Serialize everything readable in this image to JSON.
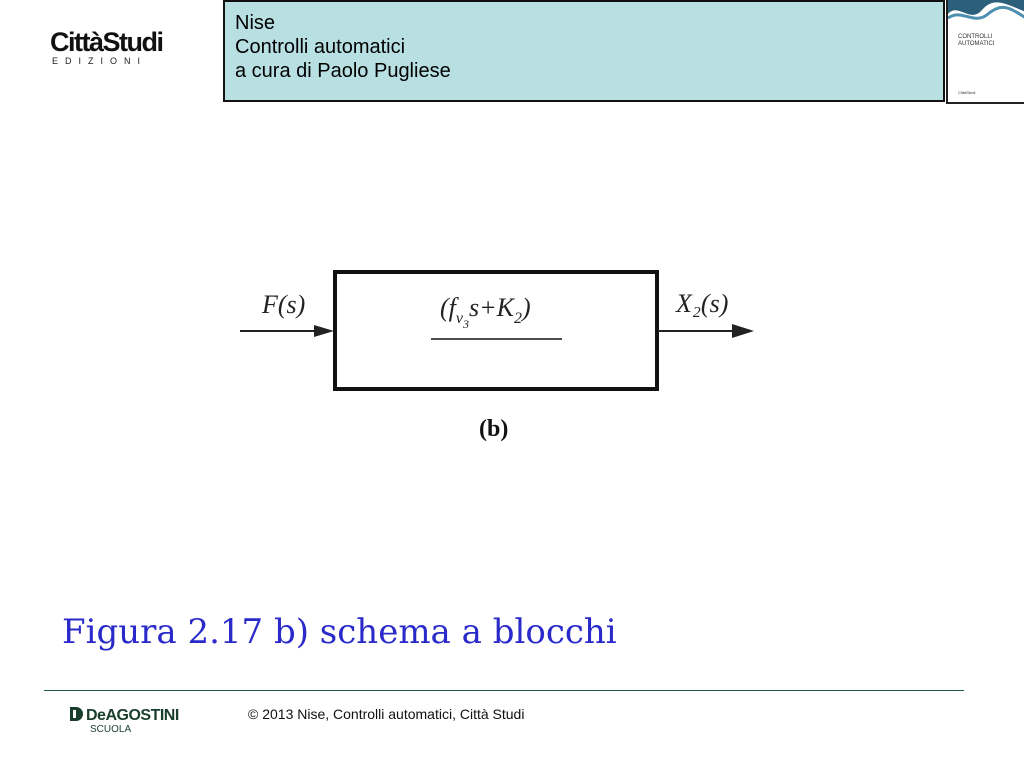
{
  "logo_top": {
    "brand": "CittàStudi",
    "sub": "EDIZIONI"
  },
  "header": {
    "line1": "Nise",
    "line2": "Controlli automatici",
    "line3": "a cura di Paolo Pugliese"
  },
  "book_cover": {
    "title1": "CONTROLLI",
    "title2": "AUTOMATICI",
    "publisher": "CittàStudi"
  },
  "diagram": {
    "input_label": "F(s)",
    "output_label": "X₂(s)",
    "block_numerator": "(f",
    "block_sub1": "v",
    "block_sub2": "3",
    "block_numerator_rest": "s+K",
    "block_sub_k": "2",
    "block_close": ")",
    "figure_letter": "(b)"
  },
  "slide_title": "Figura 2.17 b) schema a blocchi",
  "footer": {
    "publisher_logo": "DeAGOSTINI",
    "publisher_sub": "SCUOLA",
    "copyright": "© 2013 Nise, Controlli automatici, Città Studi"
  }
}
